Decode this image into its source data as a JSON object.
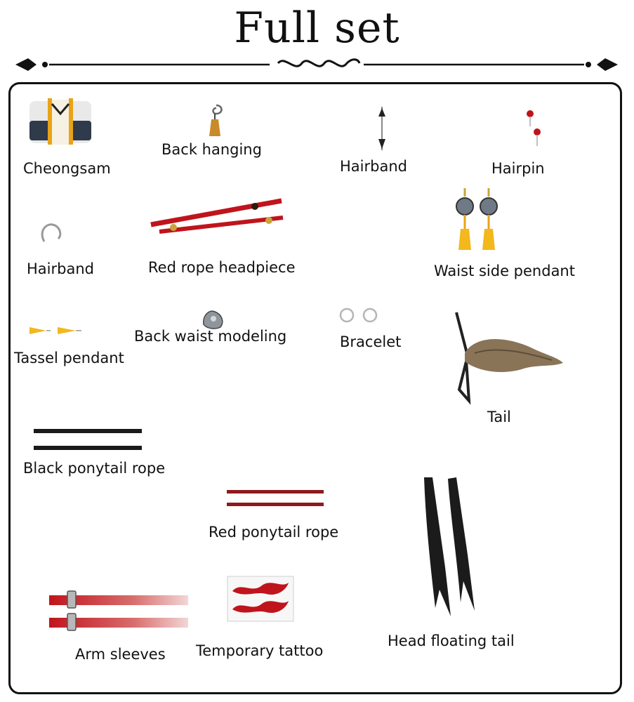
{
  "page": {
    "title": "Full set"
  },
  "items": [
    {
      "label": "Cheongsam",
      "icon": "cheongsam-icon"
    },
    {
      "label": "Back hanging",
      "icon": "back-hanging-icon"
    },
    {
      "label": "Hairband",
      "icon": "hairband-stick-icon"
    },
    {
      "label": "Hairpin",
      "icon": "hairpin-icon"
    },
    {
      "label": "Hairband",
      "icon": "hairband-ring-icon"
    },
    {
      "label": "Red rope headpiece",
      "icon": "red-rope-headpiece-icon"
    },
    {
      "label": "Waist side pendant",
      "icon": "waist-side-pendant-icon"
    },
    {
      "label": "Tassel pendant",
      "icon": "tassel-pendant-icon"
    },
    {
      "label": "Back waist modeling",
      "icon": "back-waist-modeling-icon"
    },
    {
      "label": "Bracelet",
      "icon": "bracelet-icon"
    },
    {
      "label": "Tail",
      "icon": "tail-icon"
    },
    {
      "label": "Black ponytail rope",
      "icon": "black-ponytail-rope-icon"
    },
    {
      "label": "Red ponytail rope",
      "icon": "red-ponytail-rope-icon"
    },
    {
      "label": "Head floating tail",
      "icon": "head-floating-tail-icon"
    },
    {
      "label": "Arm sleeves",
      "icon": "arm-sleeves-icon"
    },
    {
      "label": "Temporary tattoo",
      "icon": "temporary-tattoo-icon"
    }
  ],
  "colors": {
    "ink": "#111111",
    "red": "#c0141c",
    "gold": "#e8a317",
    "fur": "#8a7458"
  }
}
